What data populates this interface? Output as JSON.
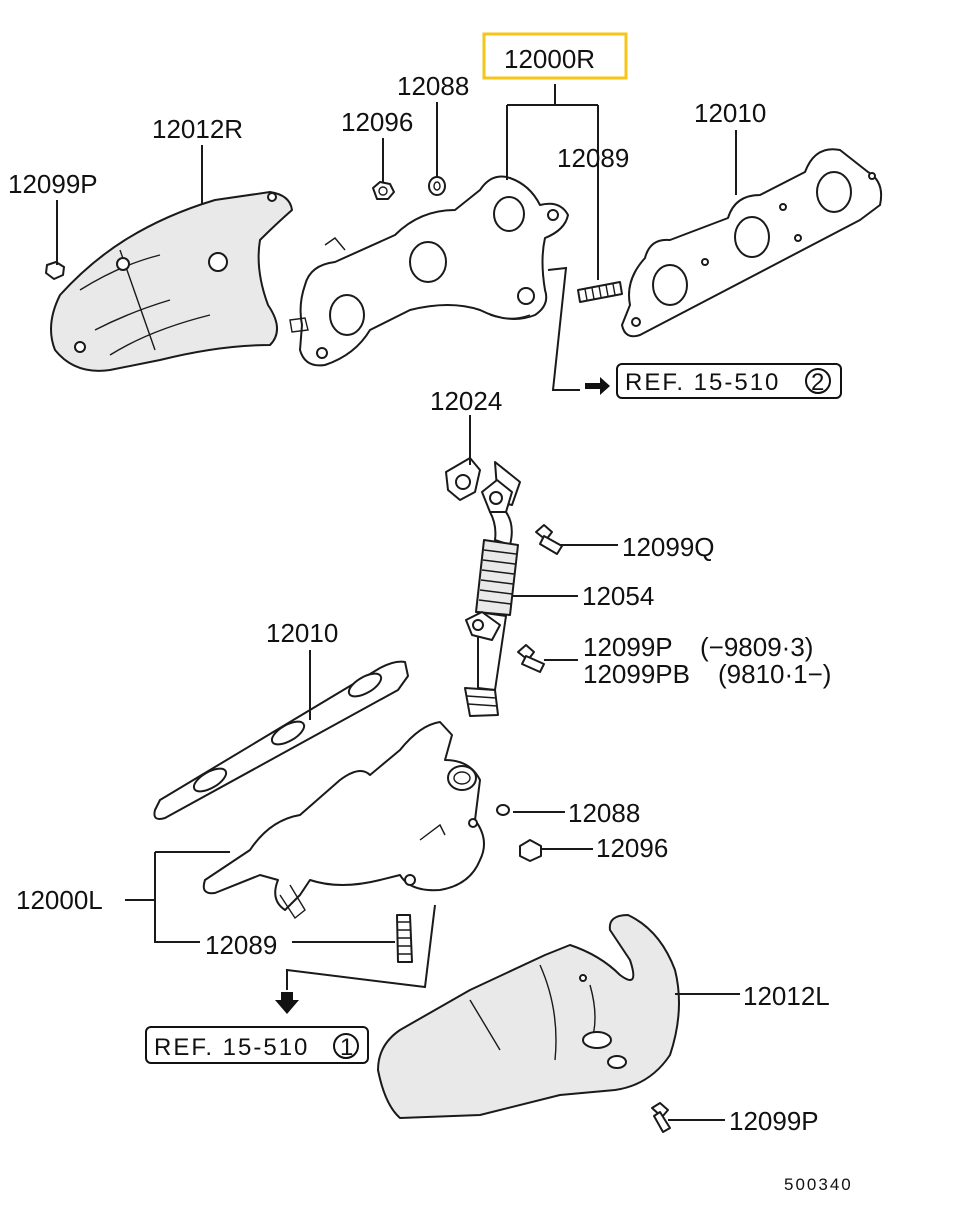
{
  "highlight_color": "#f5c518",
  "labels": {
    "p12000R": "12000R",
    "p12088_top": "12088",
    "p12096_top": "12096",
    "p12012R": "12012R",
    "p12099P_top": "12099P",
    "p12089_top": "12089",
    "p12010_top": "12010",
    "p12024": "12024",
    "p12099Q": "12099Q",
    "p12054": "12054",
    "p12010_mid": "12010",
    "p12099P_mid": "12099P",
    "p12099P_mid_range": "(−9809·3)",
    "p12099PB": "12099PB",
    "p12099PB_range": "(9810·1−)",
    "p12088_bot": "12088",
    "p12096_bot": "12096",
    "p12000L": "12000L",
    "p12089_bot": "12089",
    "p12012L": "12012L",
    "p12099P_bot": "12099P"
  },
  "refs": {
    "ref2_text": "REF. 15-510",
    "ref2_num": "2",
    "ref1_text": "REF. 15-510",
    "ref1_num": "1"
  },
  "footer": {
    "code": "500340"
  }
}
